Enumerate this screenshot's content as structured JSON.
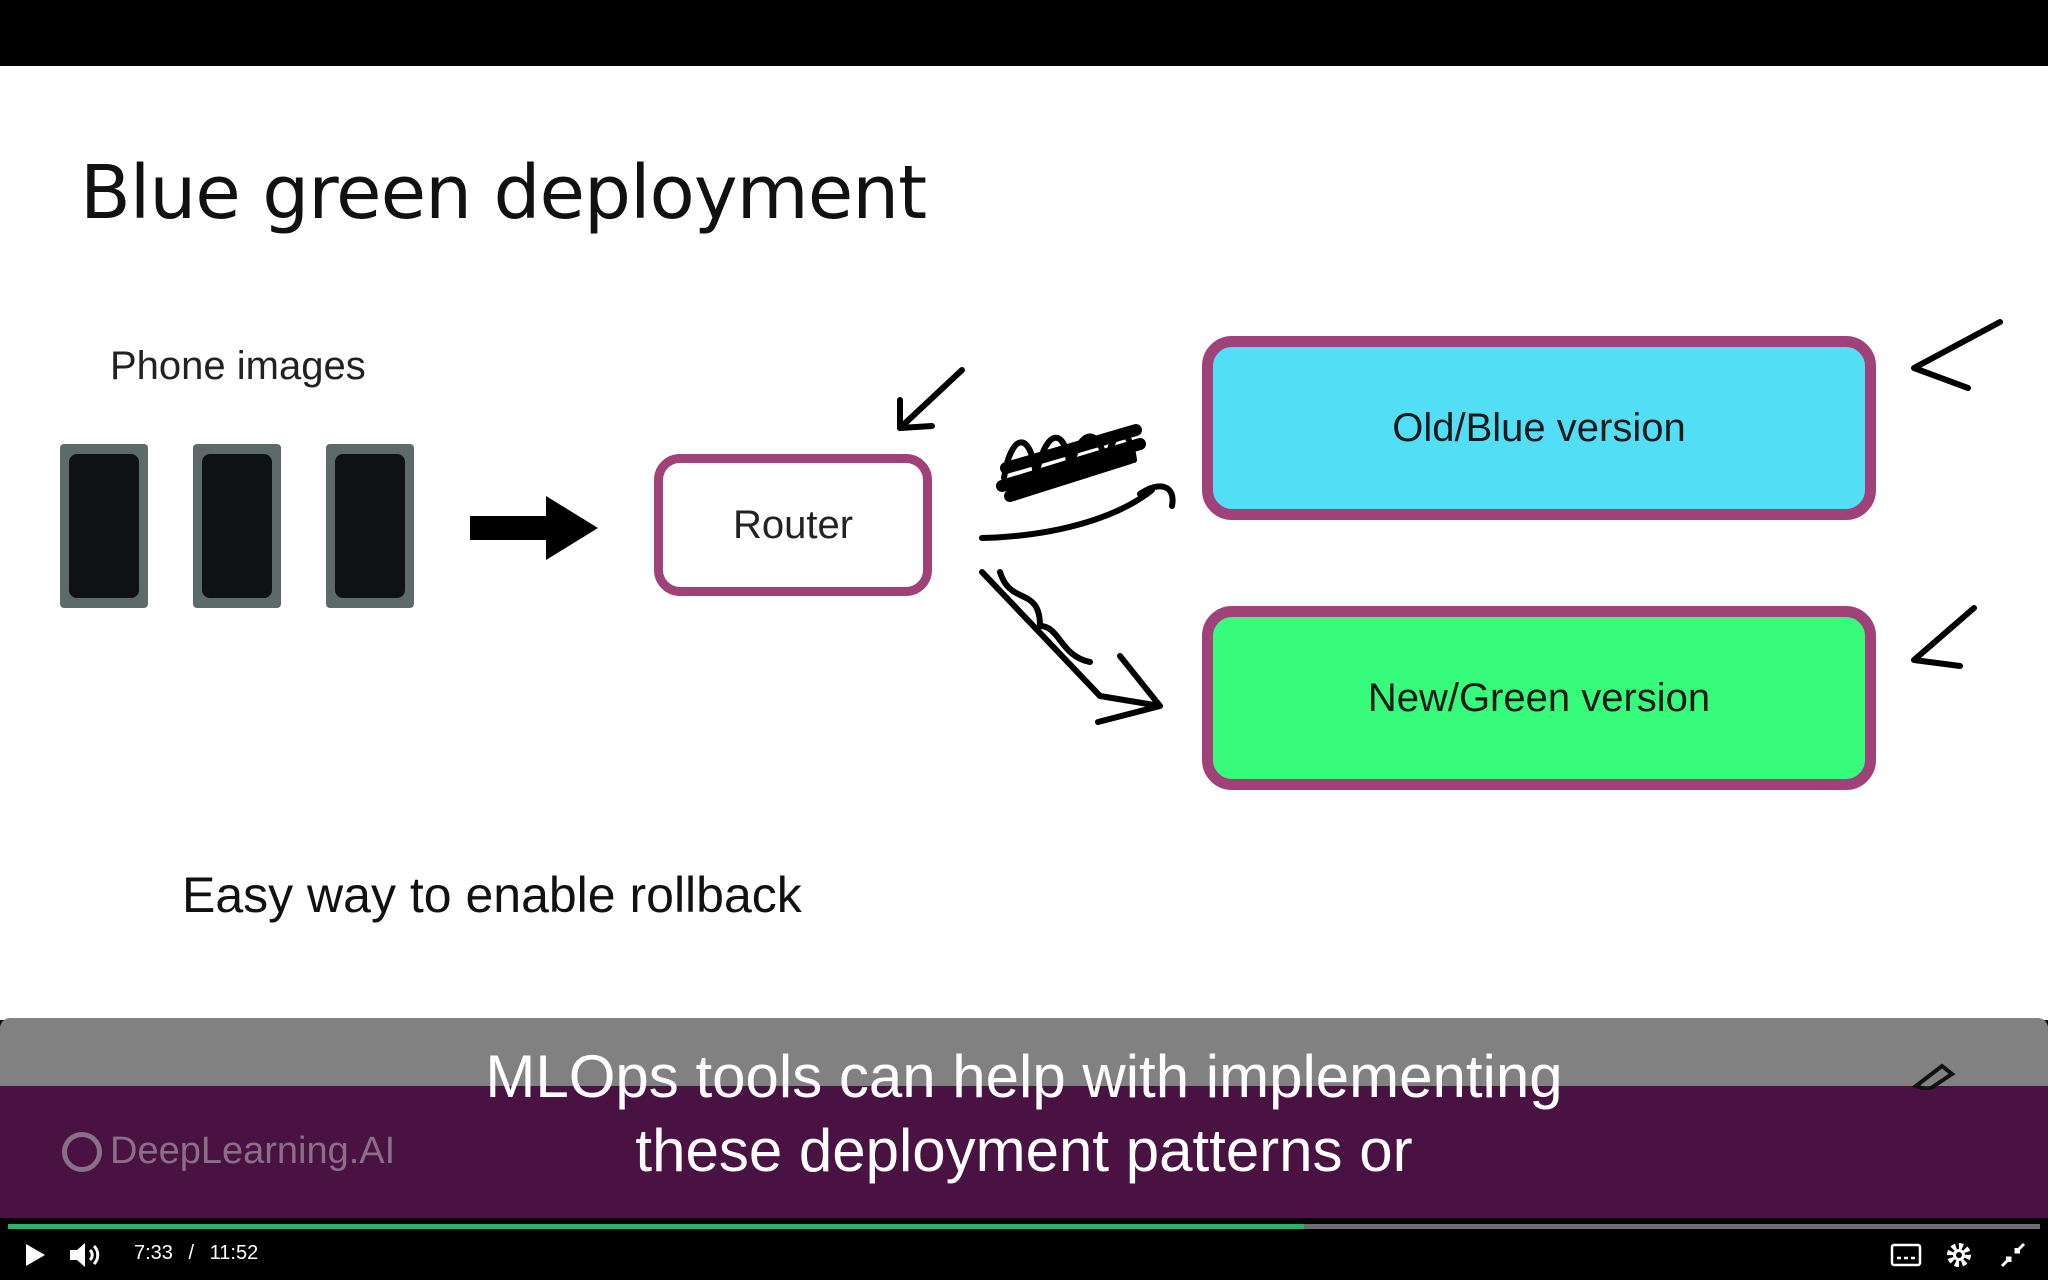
{
  "slide": {
    "title": "Blue green deployment",
    "phone_label": "Phone images",
    "router_label": "Router",
    "old_version_label": "Old/Blue version",
    "new_version_label": "New/Green version",
    "footer_note": "Easy way to enable rollback",
    "colors": {
      "box_border": "#a1417a",
      "blue_box": "#52def5",
      "green_box": "#37fc7b"
    }
  },
  "caption": {
    "line1": "MLOps tools can help with implementing",
    "line2": "these deployment patterns or"
  },
  "brand": {
    "name": "DeepLearning.AI"
  },
  "player": {
    "current_time": "7:33",
    "separator": "/",
    "duration": "11:52",
    "progress_fraction": 0.6376,
    "icons": [
      "play-icon",
      "volume-icon",
      "subtitles-icon",
      "settings-icon",
      "exit-fullscreen-icon"
    ],
    "accent_color": "#2bb36a"
  }
}
